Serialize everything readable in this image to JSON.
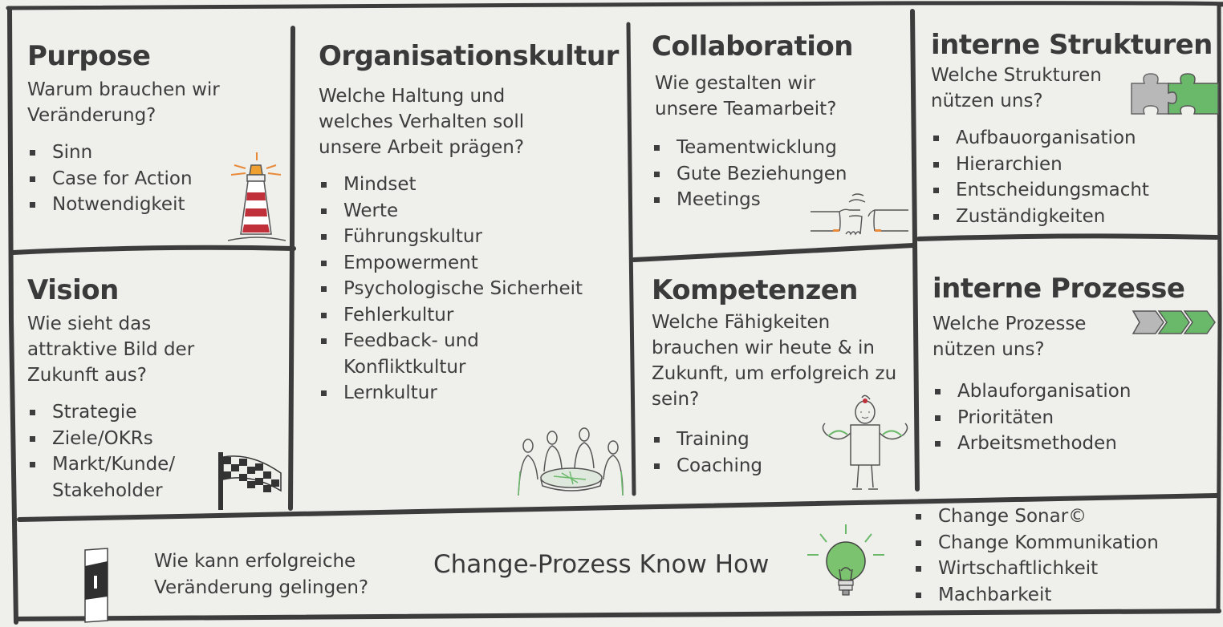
{
  "cells": {
    "purpose": {
      "title": "Purpose",
      "question": "Warum brauchen wir Veränderung?",
      "items": [
        "Sinn",
        "Case for Action",
        "Notwendigkeit"
      ]
    },
    "vision": {
      "title": "Vision",
      "question": "Wie sieht das attraktive Bild der Zukunft aus?",
      "items": [
        "Strategie",
        "Ziele/OKRs",
        "Markt/Kunde/ Stakeholder"
      ]
    },
    "organisationskultur": {
      "title": "Organisationskultur",
      "question": "Welche Haltung und welches Verhalten soll unsere Arbeit prägen?",
      "items": [
        "Mindset",
        "Werte",
        "Führungskultur",
        "Empowerment",
        "Psychologische Sicherheit",
        "Fehlerkultur",
        "Feedback- und Konfliktkultur",
        "Lernkultur"
      ]
    },
    "collaboration": {
      "title": "Collaboration",
      "question": "Wie gestalten wir unsere Teamarbeit?",
      "items": [
        "Teamentwicklung",
        "Gute Beziehungen",
        "Meetings"
      ]
    },
    "kompetenzen": {
      "title": "Kompetenzen",
      "question": "Welche Fähigkeiten brauchen wir heute & in Zukunft, um erfolgreich zu sein?",
      "items": [
        "Training",
        "Coaching"
      ]
    },
    "interne_strukturen": {
      "title": "interne Strukturen",
      "question": "Welche Strukturen nützen uns?",
      "items": [
        "Aufbauorganisation",
        "Hierarchien",
        "Entscheidungsmacht",
        "Zuständigkeiten"
      ]
    },
    "interne_prozesse": {
      "title": "interne Prozesse",
      "question": "Welche Prozesse nützen uns?",
      "items": [
        "Ablauforganisation",
        "Prioritäten",
        "Arbeitsmethoden"
      ]
    },
    "change": {
      "question": "Wie kann erfolgreiche Veränderung gelingen?",
      "title": "Change-Prozess Know How",
      "items": [
        "Change Sonar©",
        "Change Kommunikation",
        "Wirtschaftlichkeit",
        "Machbarkeit"
      ]
    }
  },
  "icons": {
    "purpose": "lighthouse-icon",
    "vision": "checkered-flag-icon",
    "organisationskultur": "team-table-icon",
    "collaboration": "handshake-icon",
    "kompetenzen": "strong-person-icon",
    "interne_strukturen": "puzzle-icon",
    "interne_prozesse": "process-arrows-icon",
    "change": "lightbulb-icon",
    "change_side": "milestone-post-icon"
  },
  "colors": {
    "accent_green": "#6ab96a",
    "lighthouse_red": "#c0303a",
    "grid_line": "#3c3c3c"
  }
}
